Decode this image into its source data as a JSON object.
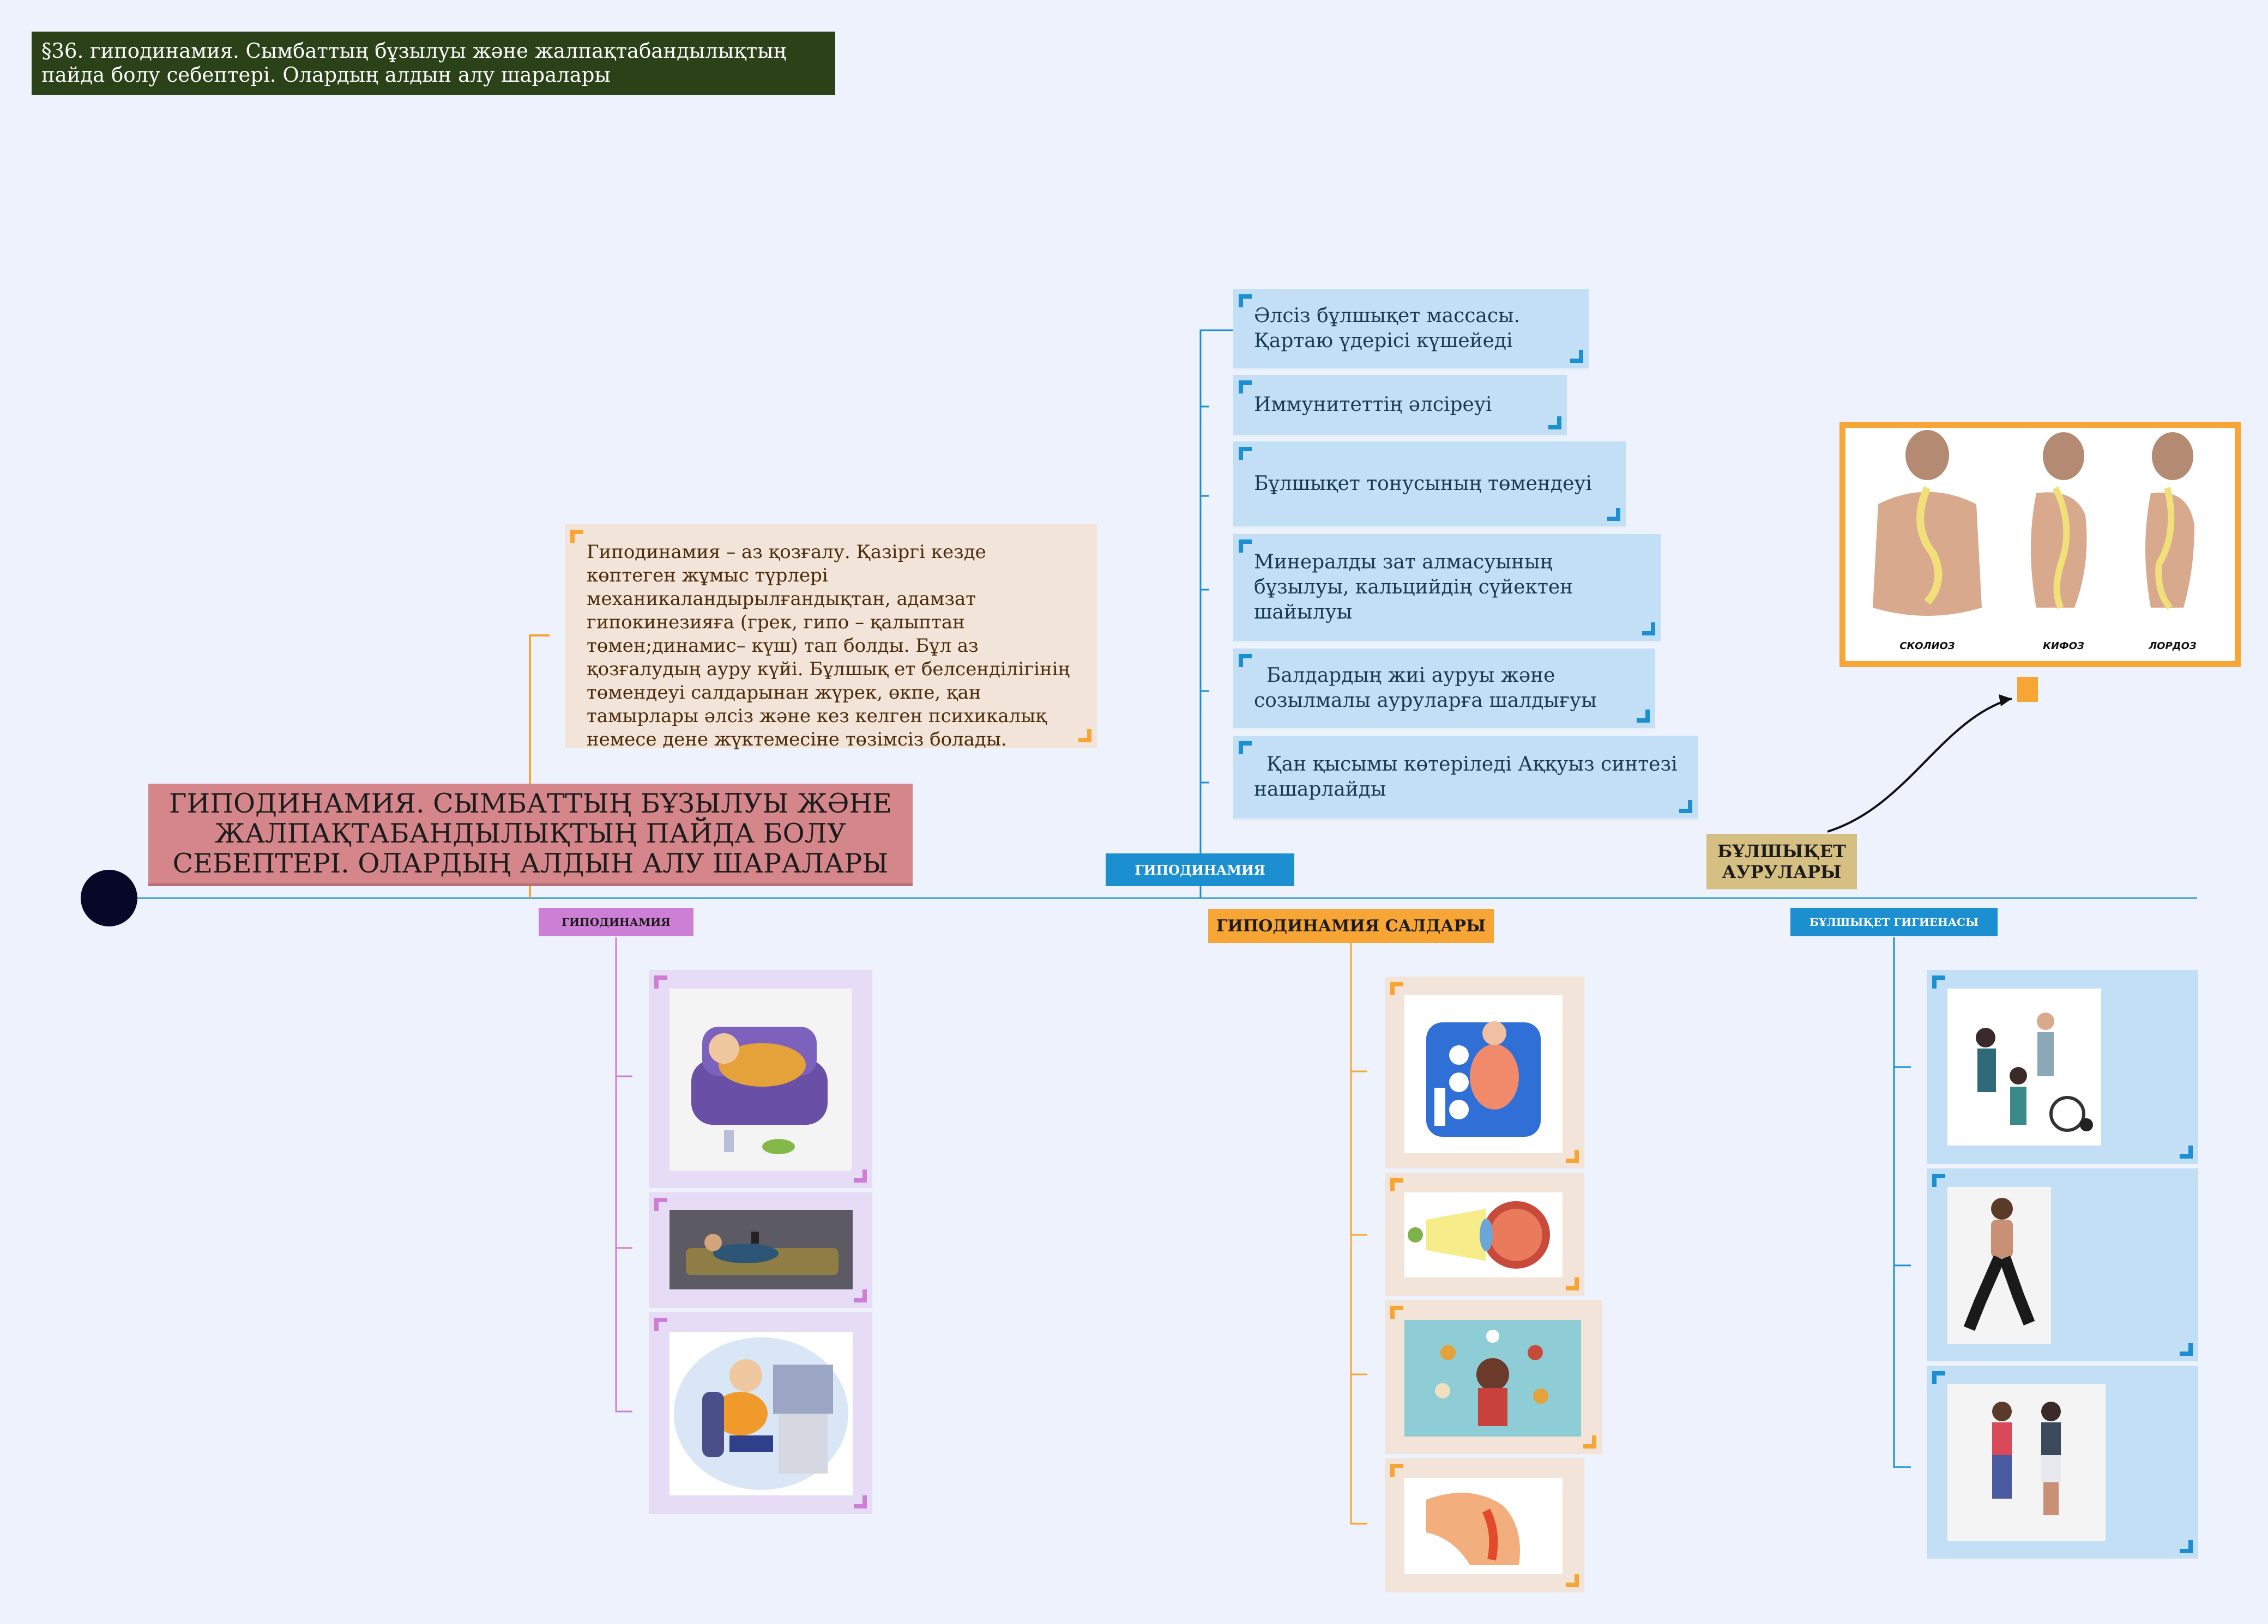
{
  "header_note": "§36. гиподинамия. Сымбаттың бұзылуы және жалпақтабандылықтың пайда болу себептері. Олардың алдын алу шаралары",
  "central_topic": "ГИПОДИНАМИЯ. СЫМБАТТЫҢ БҰЗЫЛУЫ ЖӘНЕ ЖАЛПАҚТАБАНДЫЛЫҚТЫҢ ПАЙДА БОЛУ СЕБЕПТЕРІ. ОЛАРДЫҢ АЛДЫН АЛУ ШАРАЛАРЫ",
  "definition_text": "Гиподинамия – аз қозғалу. Қазіргі кезде көптеген жұмыс түрлері механикаландырылғандықтан, адамзат гипокинезияға (грек, гипо – қалыптан төмен;динамис– күш) тап болды. Бұл аз қозғалудың ауру күйі. Бұлшық ет белсенділігінің төмендеуі салдарынан жүрек, өкпе, қан тамырлары әлсіз және кез келген психикалық немесе дене жүктемесіне төзімсіз болады.",
  "branches": {
    "hypodynamia_top": {
      "label": "ГИПОДИНАМИЯ",
      "items": [
        "Әлсіз бұлшықет массасы. Қартаю үдерісі күшейеді",
        "Иммунитеттің әлсіреуі",
        "Бұлшықет тонусының төмендеуі",
        "Минералды зат алмасуының бұзылуы, кальцийдің сүйектен шайылуы",
        "  Балдардың жиі ауруы және созылмалы ауруларға шалдығуы",
        "  Қан қысымы көтеріледі Аққуыз синтезі нашарлайды"
      ]
    },
    "hypodynamia_bottom": {
      "label": "ГИПОДИНАМИЯ",
      "images": [
        "boy-sleeping-on-sofa",
        "man-lying-on-couch-with-phone",
        "boy-at-computer-desk"
      ]
    },
    "consequences": {
      "label": "ГИПОДИНАМИЯ САЛДАРЫ",
      "images": [
        "obesity-checkup-illustration",
        "eye-anatomy-illustration",
        "woman-with-unhealthy-habits",
        "spine-neck-pain-illustration"
      ]
    },
    "muscle_diseases": {
      "label": "БҰЛШЫҚЕТ АУРУЛАРЫ",
      "spine_labels": [
        "СКОЛИОЗ",
        "КИФОЗ",
        "ЛОРДОЗ"
      ]
    },
    "muscle_hygiene": {
      "label": "БҰЛШЫҚЕТ ГИГИЕНАСЫ",
      "images": [
        "sport-athletes-collage",
        "woman-running",
        "couple-jogging"
      ]
    }
  },
  "colors": {
    "blue": "#1b8fcf",
    "pink": "#cc7fd4",
    "orange": "#f7a534",
    "tan": "#d6bf82",
    "title_red": "#d4868a",
    "dark_green": "#2b4218"
  }
}
